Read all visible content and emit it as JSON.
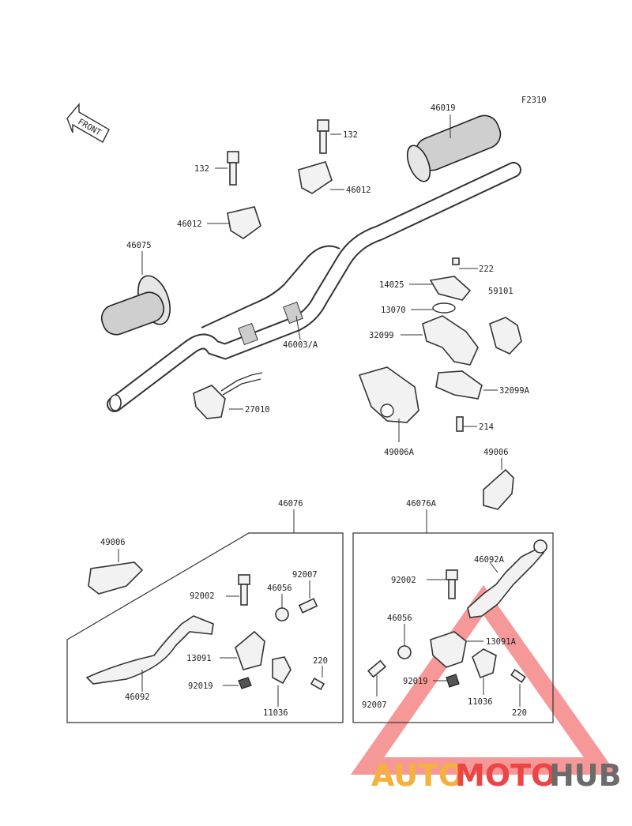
{
  "figure_code": "F2310",
  "front_label": "FRONT",
  "labels": {
    "p46019": "46019",
    "p132a": "132",
    "p132b": "132",
    "p46012a": "46012",
    "p46012b": "46012",
    "p46075": "46075",
    "p46003": "46003/A",
    "p27010": "27010",
    "p222": "222",
    "p14025": "14025",
    "p59101": "59101",
    "p13070": "13070",
    "p32099": "32099",
    "p32099A": "32099A",
    "p214": "214",
    "p49006A": "49006A",
    "p49006a": "49006",
    "p46076": "46076",
    "p46076A": "46076A",
    "p49006b": "49006",
    "p92007a": "92007",
    "p92002a": "92002",
    "p46056a": "46056",
    "p13091": "13091",
    "p220a": "220",
    "p92019a": "92019",
    "p46092": "46092",
    "p11036a": "11036",
    "p46092A": "46092A",
    "p92002b": "92002",
    "p46056b": "46056",
    "p13091A": "13091A",
    "p92019b": "92019",
    "p11036b": "11036",
    "p92007b": "92007",
    "p220b": "220"
  },
  "watermark": {
    "part1": "AUTO",
    "part2": "MOTO",
    "part3": "HUB",
    "colors": {
      "gold": "#f4b13c",
      "red": "#ef4444",
      "gray": "#6b6b6b"
    }
  }
}
